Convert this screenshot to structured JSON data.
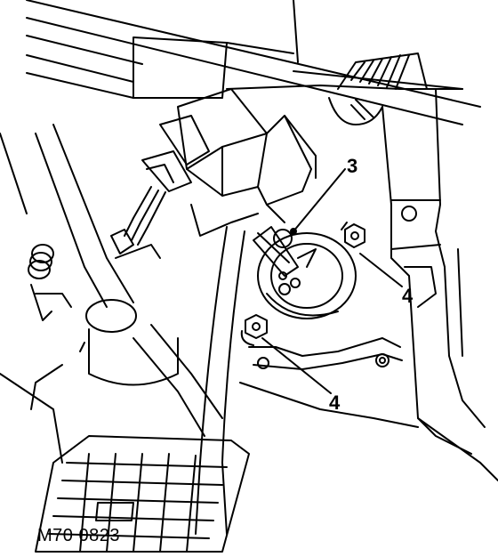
{
  "figure": {
    "code": "M70 0823",
    "callouts": [
      {
        "id": "c3",
        "label": "3"
      },
      {
        "id": "c4a",
        "label": "4"
      },
      {
        "id": "c4b",
        "label": "4"
      }
    ]
  }
}
